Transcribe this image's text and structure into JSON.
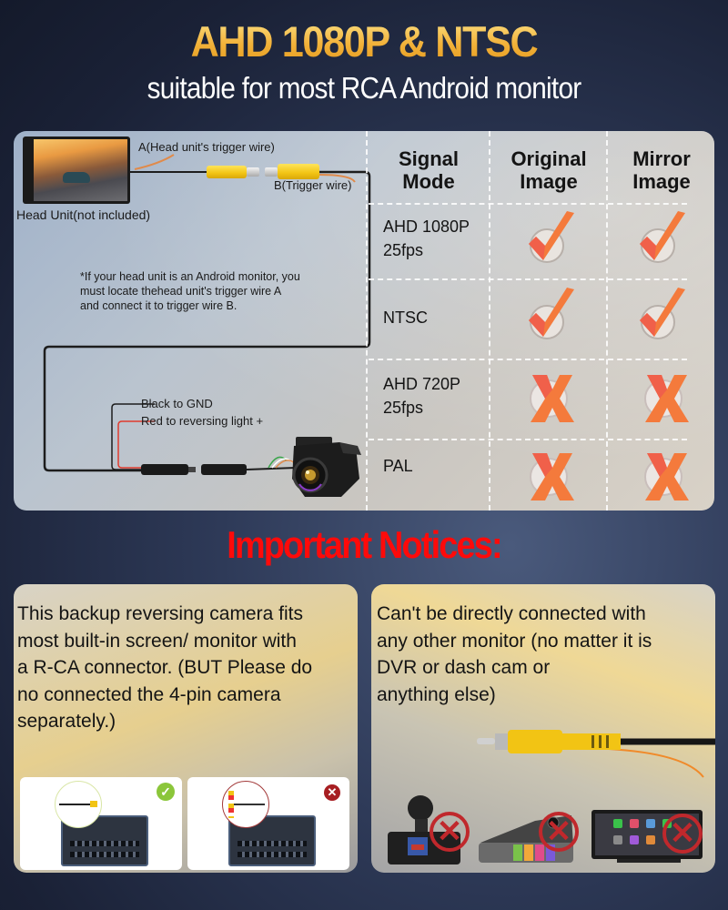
{
  "header": {
    "title": "AHD 1080P & NTSC",
    "subtitle": "suitable for most RCA Android monitor"
  },
  "wiring_diagram": {
    "head_unit_label": "Head Unit(not included)",
    "wire_a_label": "A(Head unit's trigger wire)",
    "wire_b_label": "B(Trigger wire)",
    "note": [
      "*If your head unit is an Android monitor, you",
      "must locate thehead unit's trigger wire A",
      "and connect it to trigger wire B."
    ],
    "black_wire_label": "Black to GND",
    "red_wire_label": "Red to reversing light +"
  },
  "compat_table": {
    "headers": [
      [
        "Signal",
        "Mode"
      ],
      [
        "Original",
        "Image"
      ],
      [
        "Mirror",
        "Image"
      ]
    ],
    "rows": [
      {
        "mode": [
          "AHD 1080P",
          "25fps"
        ],
        "original": "check",
        "mirror": "check"
      },
      {
        "mode": [
          "NTSC"
        ],
        "original": "check",
        "mirror": "check"
      },
      {
        "mode": [
          "AHD 720P",
          "25fps"
        ],
        "original": "cross",
        "mirror": "cross"
      },
      {
        "mode": [
          "PAL"
        ],
        "original": "cross",
        "mirror": "cross"
      }
    ]
  },
  "notices": {
    "heading": "Important Notices:",
    "left_card": {
      "lines": [
        "This backup reversing camera fits",
        "most built-in screen/ monitor with",
        "a R-CA connector. (BUT Please do",
        "no connected the 4-pin camera",
        "separately.)"
      ],
      "thumb_ok_badge": "✓",
      "thumb_bad_badge": "✕"
    },
    "right_card": {
      "lines": [
        "Can't be directly connected with",
        "any other monitor (no matter it is",
        "DVR or dash cam or",
        "anything else)"
      ],
      "devices": [
        "dash-cam",
        "mirror-dvr",
        "carplay-monitor"
      ],
      "device_badge": "✕"
    }
  },
  "colors": {
    "title_gold": "#f2b23a",
    "notice_red": "#ff0a0a",
    "mark_orange": "#f47a3c"
  }
}
